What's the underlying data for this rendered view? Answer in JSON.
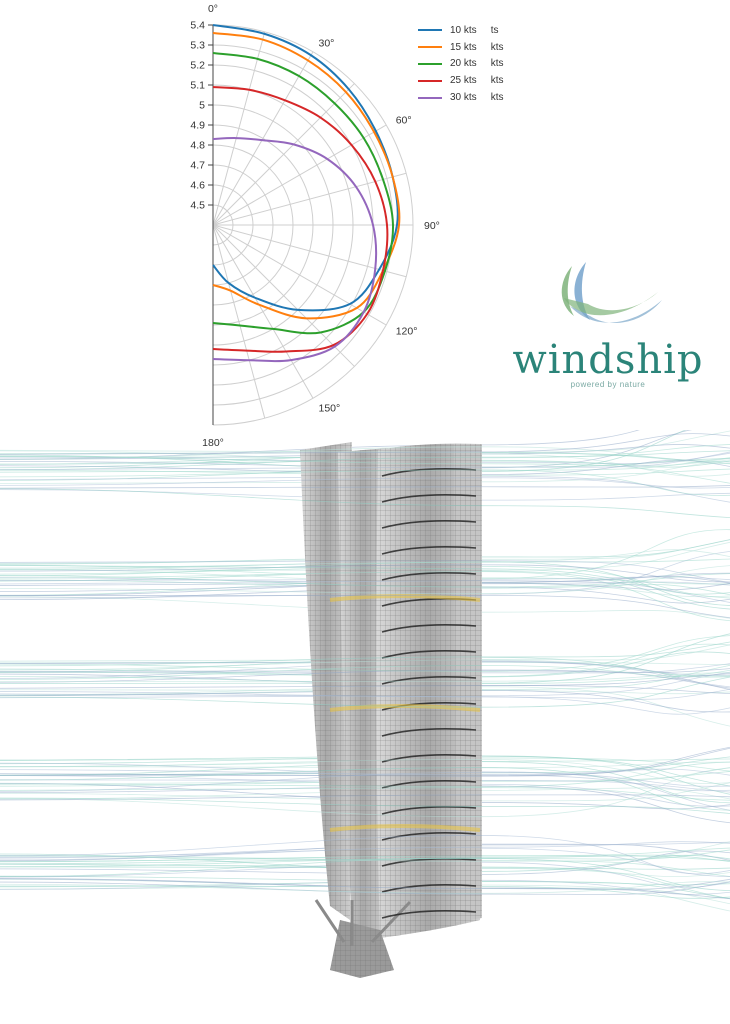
{
  "chart_data": {
    "type": "polar-line",
    "radial_axis": {
      "range": [
        4.4,
        5.4
      ],
      "tick_labels": [
        "4.5",
        "4.6",
        "4.7",
        "4.8",
        "4.9",
        "5",
        "5.1",
        "5.2",
        "5.3",
        "5.4"
      ],
      "tick_values": [
        4.5,
        4.6,
        4.7,
        4.8,
        4.9,
        5.0,
        5.1,
        5.2,
        5.3,
        5.4
      ]
    },
    "angular_axis": {
      "tick_labels": [
        "0°",
        "30°",
        "60°",
        "90°",
        "120°",
        "150°",
        "180°"
      ],
      "tick_values": [
        0,
        30,
        60,
        90,
        120,
        150,
        180
      ],
      "direction": "clockwise",
      "zero_position": "top"
    },
    "grid": true,
    "legend_position": "top-right",
    "series": [
      {
        "name": "10 kts",
        "unit": "ts",
        "color": "#1f77b4",
        "angles": [
          0,
          15,
          30,
          45,
          60,
          75,
          90,
          105,
          120,
          135,
          150,
          165,
          180
        ],
        "values": [
          5.4,
          5.39,
          5.38,
          5.36,
          5.34,
          5.33,
          5.32,
          5.26,
          5.19,
          5.0,
          4.82,
          4.7,
          4.6
        ]
      },
      {
        "name": "15 kts",
        "unit": "kts",
        "color": "#ff7f0e",
        "angles": [
          0,
          15,
          30,
          45,
          60,
          75,
          90,
          105,
          120,
          135,
          150,
          165,
          180
        ],
        "values": [
          5.36,
          5.36,
          5.35,
          5.34,
          5.33,
          5.33,
          5.33,
          5.28,
          5.23,
          5.06,
          4.86,
          4.74,
          4.7
        ]
      },
      {
        "name": "20 kts",
        "unit": "kts",
        "color": "#2ca02c",
        "angles": [
          0,
          15,
          30,
          45,
          60,
          75,
          90,
          105,
          120,
          135,
          150,
          165,
          180
        ],
        "values": [
          5.26,
          5.26,
          5.26,
          5.26,
          5.27,
          5.28,
          5.3,
          5.29,
          5.27,
          5.16,
          5.0,
          4.92,
          4.89
        ]
      },
      {
        "name": "25 kts",
        "unit": "kts",
        "color": "#d62728",
        "angles": [
          0,
          15,
          30,
          45,
          60,
          75,
          90,
          105,
          120,
          135,
          150,
          165,
          180
        ],
        "values": [
          5.09,
          5.1,
          5.12,
          5.16,
          5.2,
          5.24,
          5.27,
          5.28,
          5.29,
          5.25,
          5.13,
          5.05,
          5.02
        ]
      },
      {
        "name": "30 kts",
        "unit": "kts",
        "color": "#9467bd",
        "angles": [
          0,
          15,
          30,
          45,
          60,
          75,
          90,
          105,
          120,
          135,
          150,
          165,
          180
        ],
        "values": [
          4.83,
          4.85,
          4.89,
          4.97,
          5.06,
          5.14,
          5.2,
          5.24,
          5.27,
          5.26,
          5.18,
          5.1,
          5.07
        ]
      }
    ]
  },
  "branding": {
    "name": "windship",
    "tagline": "powered by nature"
  },
  "colors": {
    "brand_teal": "#2b8479",
    "logo_green": "#7fb37b",
    "logo_blue": "#7aa6c9",
    "streamline_teal": "#8fd0c4",
    "streamline_blue": "#93a9c9",
    "sail_grey": "#bfbfbf"
  }
}
